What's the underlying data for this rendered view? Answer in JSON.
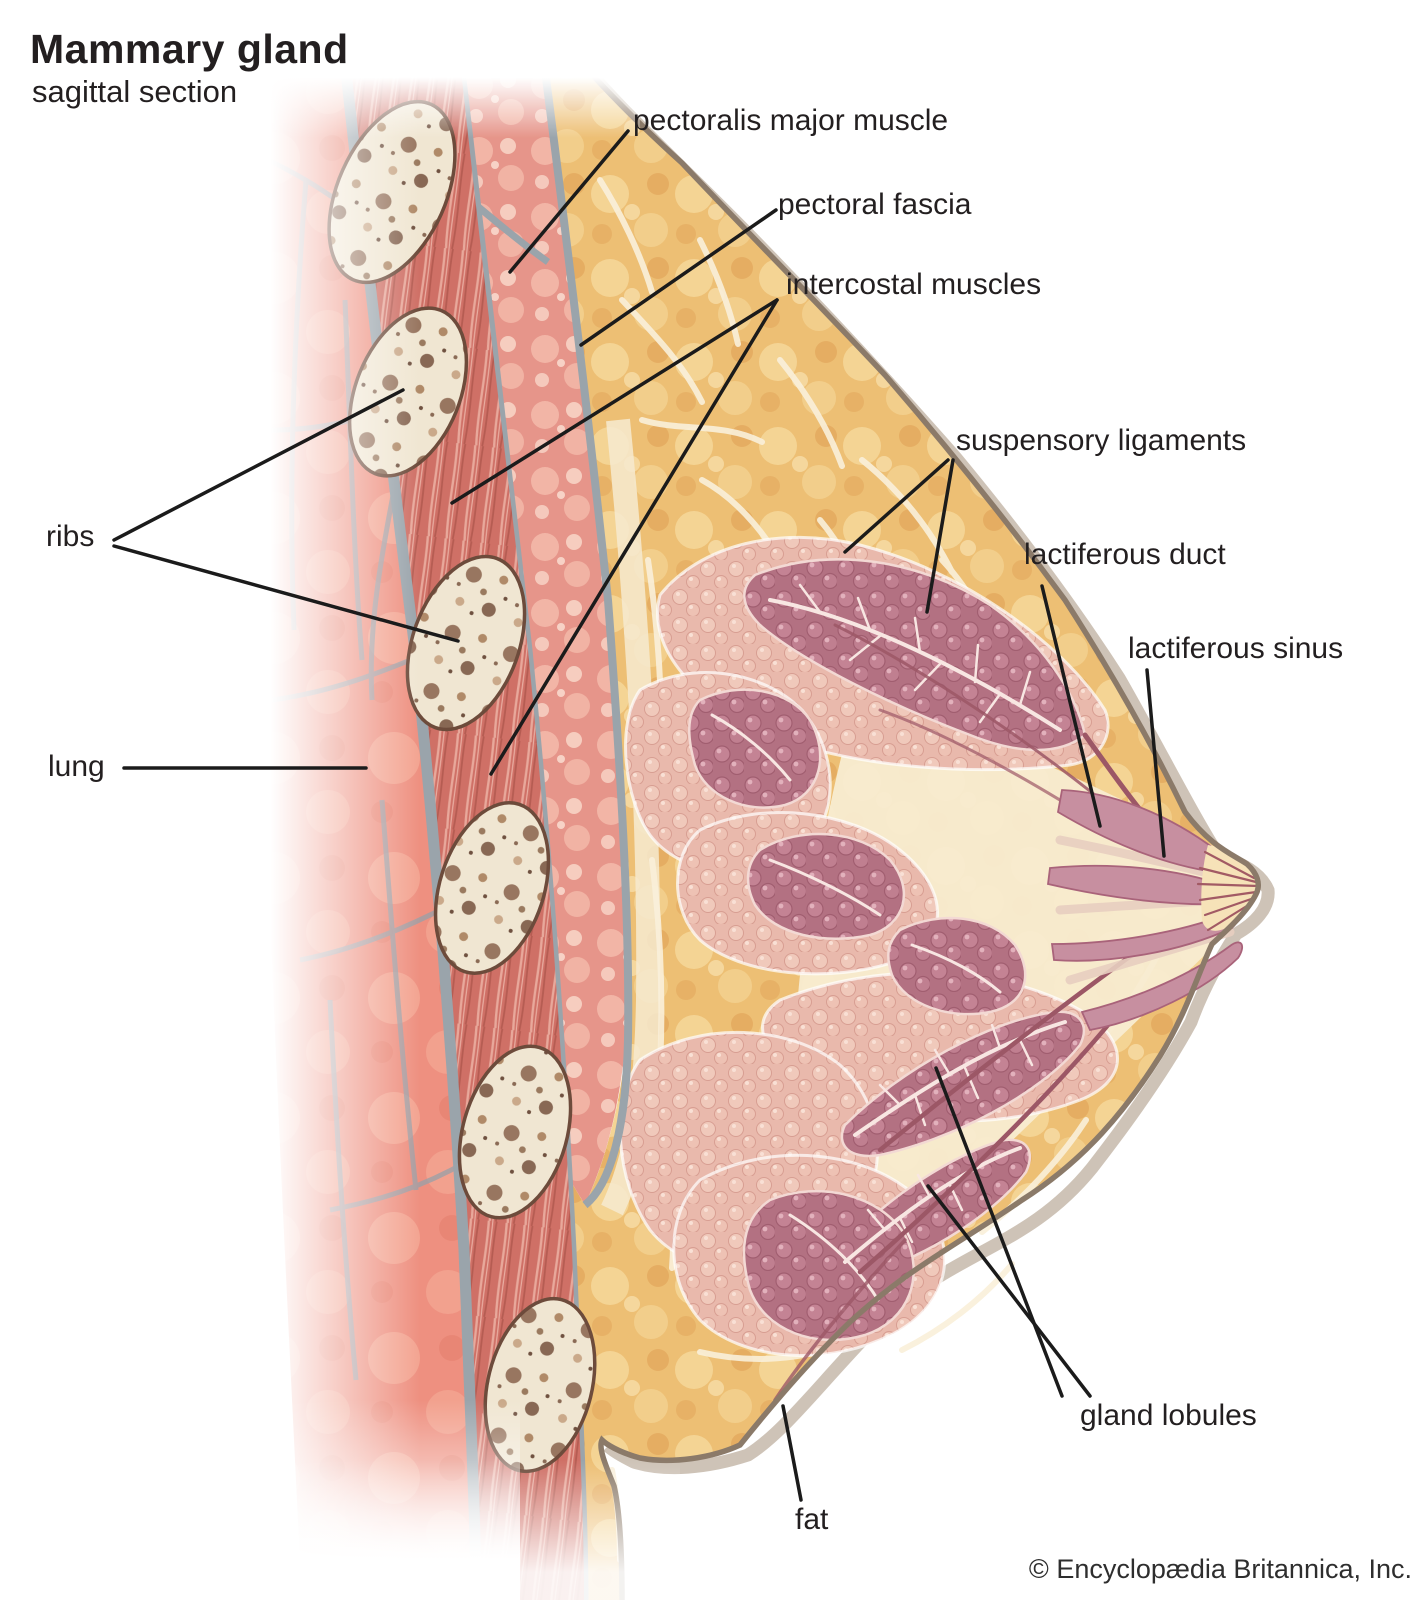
{
  "title": {
    "main": "Mammary gland",
    "subtitle": "sagittal section"
  },
  "credit": "© Encyclopædia Britannica, Inc.",
  "labels": {
    "pectoralis_major_muscle": "pectoralis major muscle",
    "pectoral_fascia": "pectoral fascia",
    "intercostal_muscles": "intercostal muscles",
    "suspensory_ligaments": "suspensory ligaments",
    "lactiferous_duct": "lactiferous duct",
    "lactiferous_sinus": "lactiferous sinus",
    "ribs": "ribs",
    "lung": "lung",
    "gland_lobules": "gland lobules",
    "fat": "fat"
  },
  "colors": {
    "text": "#231f20",
    "leader_line": "#1b1b1b",
    "lung": "#ee9080",
    "intercostal_muscle": "#cf7066",
    "pectoralis_muscle": "#e6958a",
    "bone": "#f0e6d2",
    "fascia_gray": "#9aa4ab",
    "fat": "#edbf74",
    "gland_light": "#e9b9ac",
    "gland_lobule": "#bd7b8c",
    "duct": "#9c5766",
    "sinus": "#c78fa0",
    "skin_outline": "#8b7a69"
  }
}
